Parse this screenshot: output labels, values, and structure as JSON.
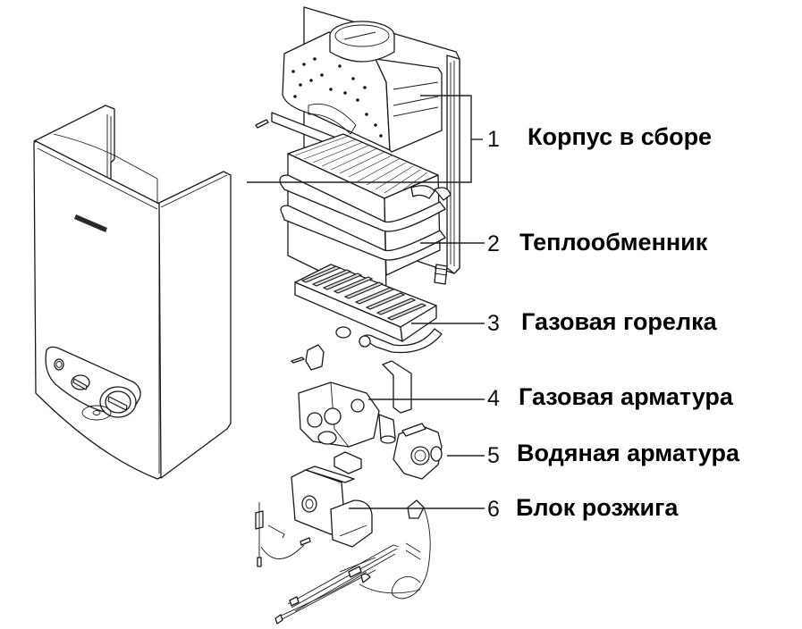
{
  "diagram": {
    "title": "Exploded view of gas water heater",
    "callouts": [
      {
        "number": "1",
        "label": "Корпус в сборе"
      },
      {
        "number": "2",
        "label": "Теплообменник"
      },
      {
        "number": "3",
        "label": "Газовая горелка"
      },
      {
        "number": "4",
        "label": "Газовая арматура"
      },
      {
        "number": "5",
        "label": "Водяная арматура"
      },
      {
        "number": "6",
        "label": "Блок розжига"
      }
    ],
    "parts": [
      "front-casing",
      "housing-assembly",
      "heat-exchanger",
      "gas-burner",
      "gas-valve",
      "water-valve",
      "ignition-unit",
      "wiring-harness"
    ]
  }
}
